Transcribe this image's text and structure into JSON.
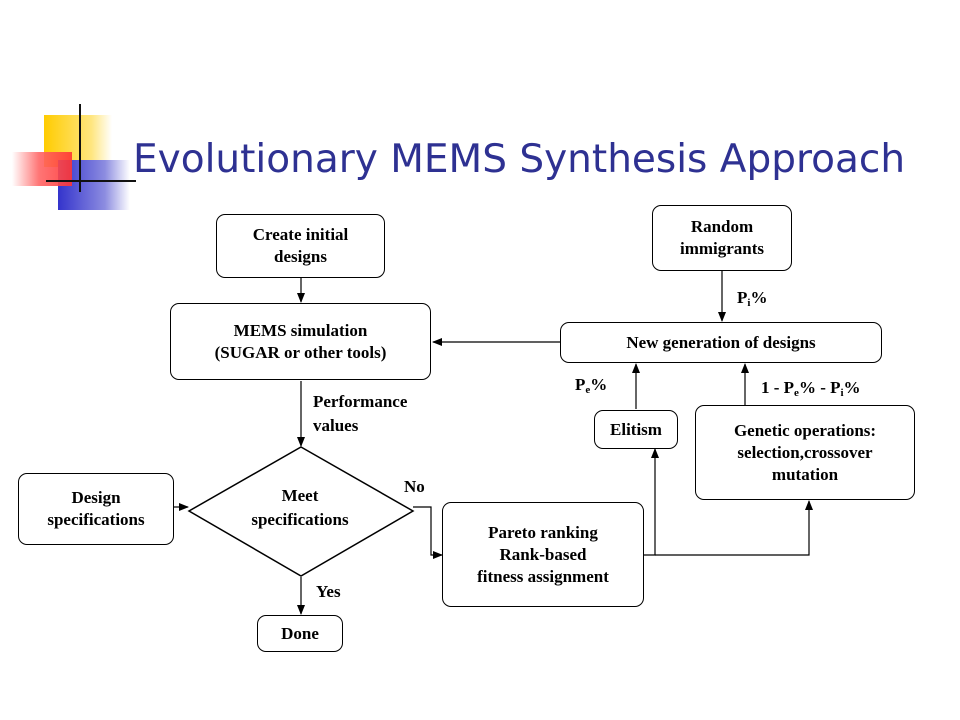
{
  "title": "Evolutionary MEMS Synthesis Approach",
  "nodes": {
    "create_initial": [
      "Create initial",
      "designs"
    ],
    "mems_simulation": [
      "MEMS simulation",
      "(SUGAR or other tools)"
    ],
    "meet_specifications": [
      "Meet",
      "specifications"
    ],
    "design_specifications": [
      "Design",
      "specifications"
    ],
    "done": [
      "Done"
    ],
    "pareto_ranking": [
      "Pareto ranking",
      "Rank-based",
      "fitness assignment"
    ],
    "elitism": [
      "Elitism"
    ],
    "genetic_operations": [
      "Genetic operations:",
      "selection,crossover",
      "mutation"
    ],
    "new_generation": [
      "New generation of designs"
    ],
    "random_immigrants": [
      "Random",
      "immigrants"
    ]
  },
  "edge_labels": {
    "performance_values": [
      "Performance",
      "values"
    ],
    "no": "No",
    "yes": "Yes",
    "pi_percent": {
      "main": "P",
      "sub": "i",
      "suffix": "%"
    },
    "pe_percent": {
      "main": "P",
      "sub": "e",
      "suffix": "%"
    },
    "remainder_percent": {
      "prefix": "1 - P",
      "sub1": "e",
      "mid": "% - P",
      "sub2": "i",
      "suffix": "%"
    }
  },
  "colors": {
    "title": "#2e3192",
    "logo_yellow": "#ffcc00",
    "logo_blue": "#3333cc",
    "logo_red": "#ff3333"
  }
}
